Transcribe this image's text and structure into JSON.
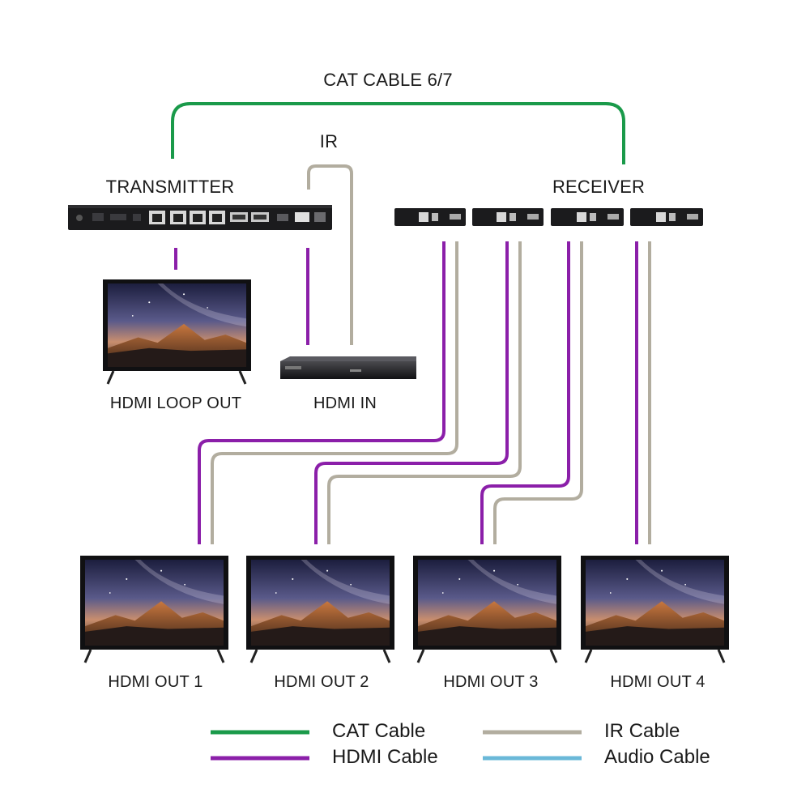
{
  "labels": {
    "cat_cable_top": "CAT CABLE 6/7",
    "ir_top": "IR",
    "transmitter": "TRANSMITTER",
    "receiver": "RECEIVER",
    "hdmi_loop_out": "HDMI LOOP OUT",
    "hdmi_in": "HDMI IN",
    "hdmi_out": [
      "HDMI OUT 1",
      "HDMI OUT 2",
      "HDMI OUT 3",
      "HDMI OUT 4"
    ]
  },
  "legend": [
    {
      "label": "CAT Cable",
      "color": "#1a9a4a"
    },
    {
      "label": "IR Cable",
      "color": "#b2ad9f"
    },
    {
      "label": "HDMI Cable",
      "color": "#8b1fa9"
    },
    {
      "label": "Audio Cable",
      "color": "#6ab8d8"
    }
  ],
  "colors": {
    "cat": "#1a9a4a",
    "hdmi": "#8b1fa9",
    "ir": "#b2ad9f",
    "audio": "#6ab8d8"
  }
}
